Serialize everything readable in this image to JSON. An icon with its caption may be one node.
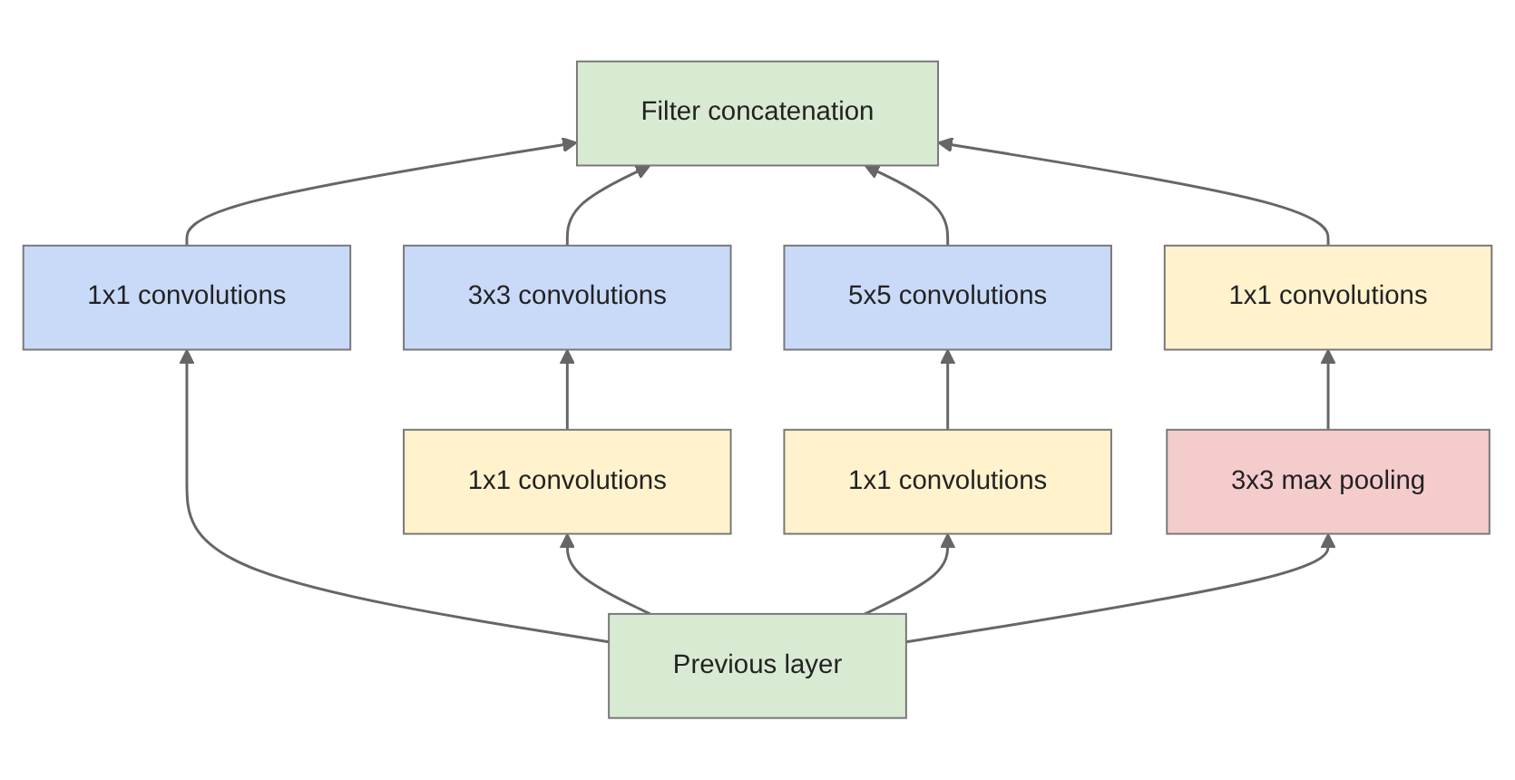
{
  "diagram": {
    "nodes": [
      {
        "text": [
          "Filter concatenation"
        ]
      },
      {
        "text": [
          "1x1 convolutions"
        ]
      },
      {
        "text": [
          "3x3 convolutions"
        ]
      },
      {
        "text": [
          "5x5 convolutions"
        ]
      },
      {
        "text": [
          "1x1 convolutions"
        ]
      },
      {
        "text": [
          "1x1 convolutions"
        ]
      },
      {
        "text": [
          "1x1 convolutions"
        ]
      },
      {
        "text": [
          "3x3 max pooling"
        ]
      },
      {
        "text": [
          "Previous layer"
        ]
      }
    ],
    "edges": [
      {
        "from": 8,
        "to": 1,
        "arrow": "to"
      },
      {
        "from": 8,
        "to": 5,
        "arrow": "to"
      },
      {
        "from": 8,
        "to": 6,
        "arrow": "to"
      },
      {
        "from": 8,
        "to": 7,
        "arrow": "to"
      },
      {
        "from": 5,
        "to": 2,
        "arrow": "to"
      },
      {
        "from": 6,
        "to": 3,
        "arrow": "to"
      },
      {
        "from": 7,
        "to": 4,
        "arrow": "to"
      },
      {
        "from": 1,
        "to": 0,
        "arrow": "to"
      },
      {
        "from": 2,
        "to": 0,
        "arrow": "to"
      },
      {
        "from": 3,
        "to": 0,
        "arrow": "to"
      },
      {
        "from": 4,
        "to": 0,
        "arrow": "to"
      }
    ]
  }
}
